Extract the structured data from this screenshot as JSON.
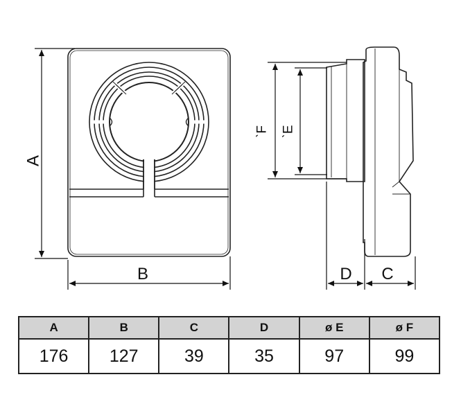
{
  "dimension_labels": {
    "a": "A",
    "b": "B",
    "c": "C",
    "d": "D",
    "e": "ˋE",
    "f": "ˋF"
  },
  "table": {
    "headers": [
      "A",
      "B",
      "C",
      "D",
      "ø E",
      "ø F"
    ],
    "values": [
      "176",
      "127",
      "39",
      "35",
      "97",
      "99"
    ]
  }
}
